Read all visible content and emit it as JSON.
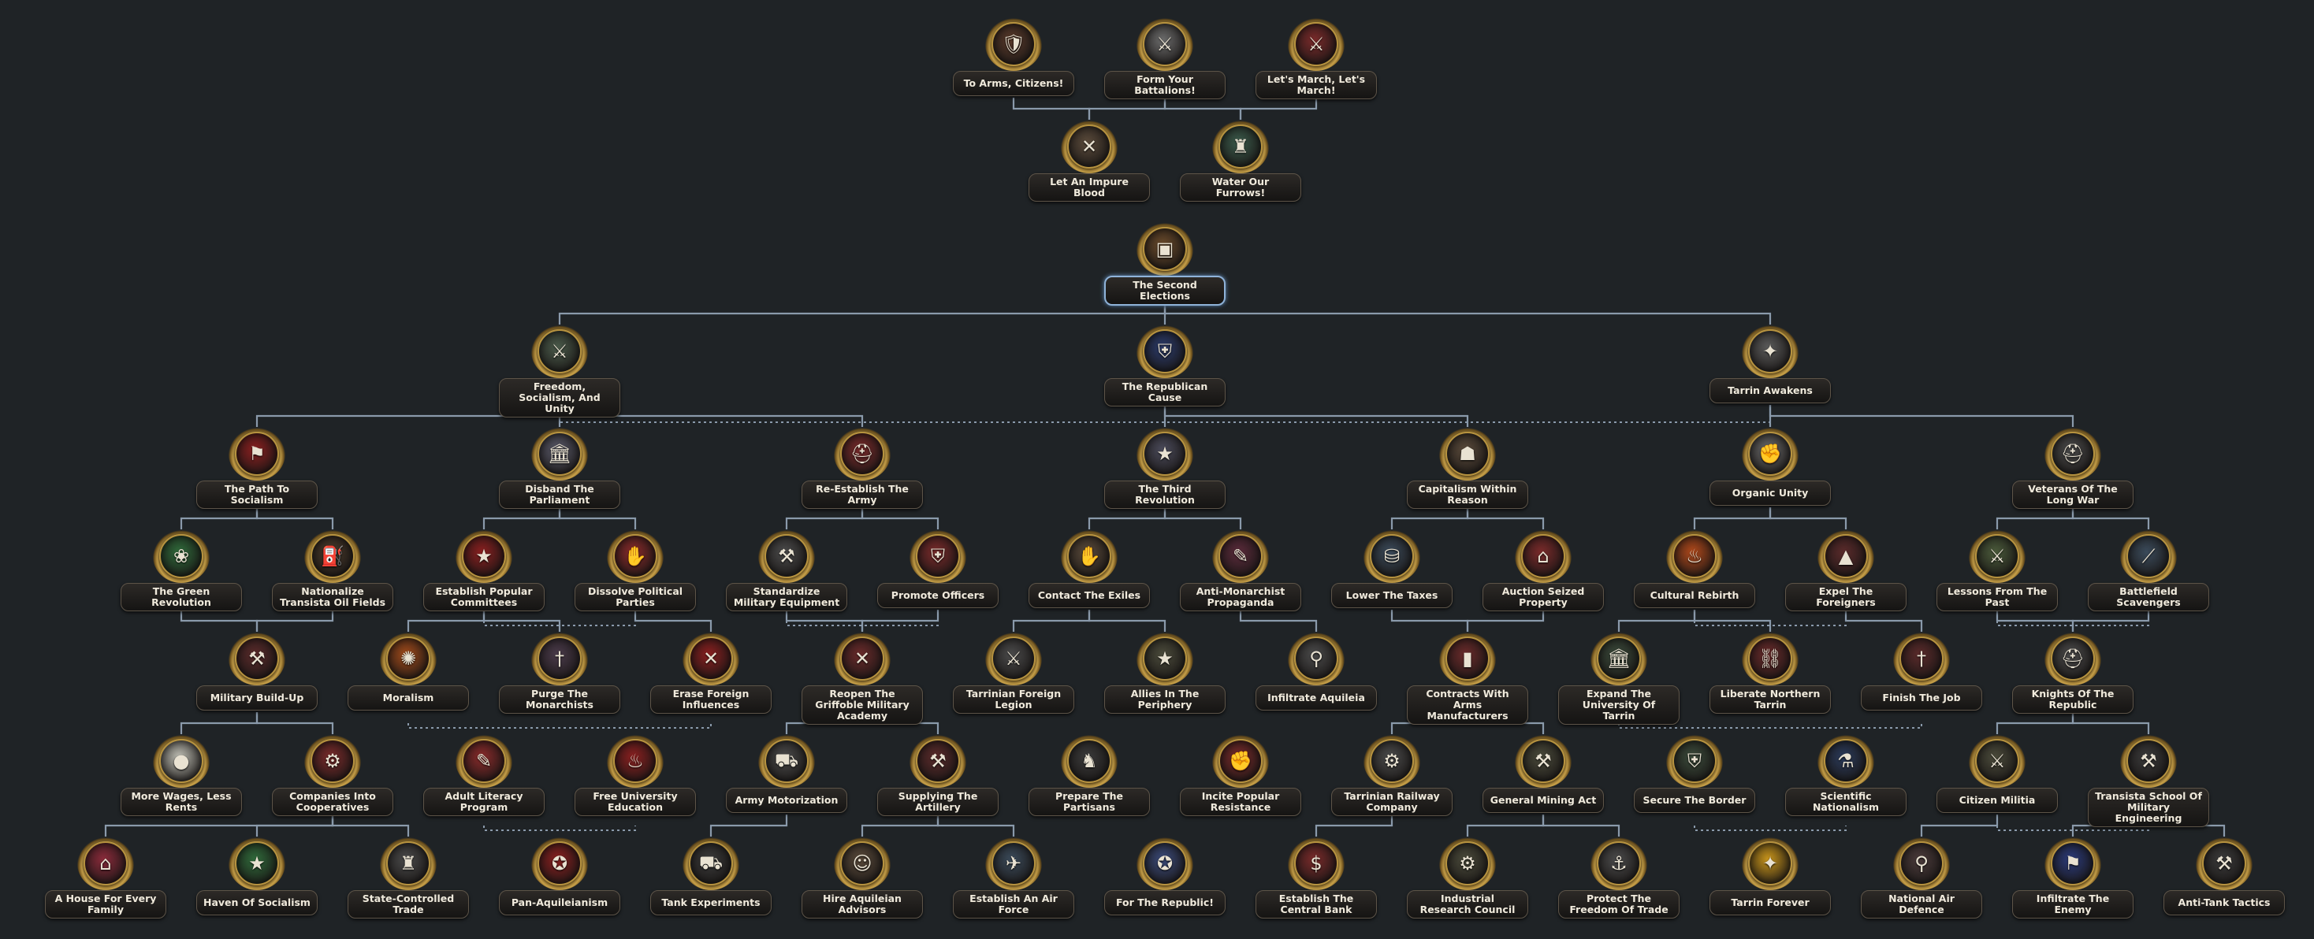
{
  "colors": {
    "background": "#1f2326",
    "connector": "#8a9aab",
    "plate_text": "#f0eadc",
    "selected_border": "#8fb3d9"
  },
  "focuses": [
    {
      "id": "to_arms",
      "label": "To Arms, Citizens!",
      "icon": "shield-icon",
      "glyph": "🛡",
      "color": "#5a3a2a"
    },
    {
      "id": "form_battalions",
      "label": "Form Your Battalions!",
      "icon": "soldier-icon",
      "glyph": "⚔",
      "color": "#6b6b6b"
    },
    {
      "id": "lets_march",
      "label": "Let's March, Let's March!",
      "icon": "marching-soldier-icon",
      "glyph": "⚔",
      "color": "#7a2a2a"
    },
    {
      "id": "impure_blood",
      "label": "Let An Impure Blood",
      "icon": "crossed-rifles-icon",
      "glyph": "✕",
      "color": "#5a4a3a"
    },
    {
      "id": "water_furrows",
      "label": "Water Our Furrows!",
      "icon": "fortress-icon",
      "glyph": "♜",
      "color": "#3a5a4a"
    },
    {
      "id": "second_elections",
      "label": "The Second Elections",
      "icon": "ballot-box-icon",
      "glyph": "▣",
      "color": "#6a4a2a"
    },
    {
      "id": "freedom",
      "label": "Freedom, Socialism, And Unity",
      "icon": "crossed-swords-wreath-icon",
      "glyph": "⚔",
      "color": "#4a5a4a"
    },
    {
      "id": "republican_cause",
      "label": "The Republican Cause",
      "icon": "republic-crest-icon",
      "glyph": "⛨",
      "color": "#2a3a6a"
    },
    {
      "id": "tarrin_awakens",
      "label": "Tarrin Awakens",
      "icon": "eagle-icon",
      "glyph": "✦",
      "color": "#5a5a5a"
    },
    {
      "id": "path_socialism",
      "label": "The Path To Socialism",
      "icon": "socialist-banner-icon",
      "glyph": "⚑",
      "color": "#8a1f1f"
    },
    {
      "id": "disband_parliament",
      "label": "Disband The Parliament",
      "icon": "parliament-icon",
      "glyph": "🏛",
      "color": "#5a5a6a"
    },
    {
      "id": "reestablish_army",
      "label": "Re-Establish The Army",
      "icon": "helmet-icon",
      "glyph": "⛑",
      "color": "#7a2a2a"
    },
    {
      "id": "third_revolution",
      "label": "The Third Revolution",
      "icon": "revolution-star-icon",
      "glyph": "★",
      "color": "#4a4a5a"
    },
    {
      "id": "capitalism",
      "label": "Capitalism Within Reason",
      "icon": "industrialist-icon",
      "glyph": "☗",
      "color": "#5a4a3a"
    },
    {
      "id": "organic_unity",
      "label": "Organic Unity",
      "icon": "fist-icon",
      "glyph": "✊",
      "color": "#6a6a6a"
    },
    {
      "id": "veterans",
      "label": "Veterans Of The Long War",
      "icon": "veteran-helmet-icon",
      "glyph": "⛑",
      "color": "#4a4a4a"
    },
    {
      "id": "green_revolution",
      "label": "The Green Revolution",
      "icon": "farmland-icon",
      "glyph": "❀",
      "color": "#2f6a3a"
    },
    {
      "id": "nationalize_oil",
      "label": "Nationalize Transista Oil Fields",
      "icon": "oil-derrick-icon",
      "glyph": "⛽",
      "color": "#4a3a2a"
    },
    {
      "id": "popular_committees",
      "label": "Establish Popular Committees",
      "icon": "red-star-icon",
      "glyph": "★",
      "color": "#8a1f1f"
    },
    {
      "id": "dissolve_parties",
      "label": "Dissolve Political Parties",
      "icon": "red-handshake-icon",
      "glyph": "✋",
      "color": "#8a2a2a"
    },
    {
      "id": "standardize_equipment",
      "label": "Standardize Military Equipment",
      "icon": "rifles-icon",
      "glyph": "⚒",
      "color": "#4a4a4a"
    },
    {
      "id": "promote_officers",
      "label": "Promote Officers",
      "icon": "officer-cap-icon",
      "glyph": "⛨",
      "color": "#7a2a2a"
    },
    {
      "id": "contact_exiles",
      "label": "Contact The Exiles",
      "icon": "handshake-icon",
      "glyph": "✋",
      "color": "#5a4a3a"
    },
    {
      "id": "anti_monarchist",
      "label": "Anti-Monarchist Propaganda",
      "icon": "propaganda-icon",
      "glyph": "✎",
      "color": "#5a2a3a"
    },
    {
      "id": "lower_taxes",
      "label": "Lower The Taxes",
      "icon": "coins-icon",
      "glyph": "⛁",
      "color": "#3a4a5a"
    },
    {
      "id": "auction_property",
      "label": "Auction Seized Property",
      "icon": "barn-icon",
      "glyph": "⌂",
      "color": "#7a2a2a"
    },
    {
      "id": "cultural_rebirth",
      "label": "Cultural Rebirth",
      "icon": "phoenix-icon",
      "glyph": "♨",
      "color": "#b0481a"
    },
    {
      "id": "expel_foreigners",
      "label": "Expel The Foreigners",
      "icon": "boot-icon",
      "glyph": "▲",
      "color": "#5a2a2a"
    },
    {
      "id": "lessons_past",
      "label": "Lessons From The Past",
      "icon": "crossed-swords-icon",
      "glyph": "⚔",
      "color": "#4a5a3a"
    },
    {
      "id": "battlefield_scavengers",
      "label": "Battlefield Scavengers",
      "icon": "bayonet-icon",
      "glyph": "⟋",
      "color": "#3a4a5a"
    },
    {
      "id": "military_buildup",
      "label": "Military Build-Up",
      "icon": "artillery-icon",
      "glyph": "⚒",
      "color": "#5a2a2a"
    },
    {
      "id": "moralism",
      "label": "Moralism",
      "icon": "winged-emblem-icon",
      "glyph": "✺",
      "color": "#a04a1a"
    },
    {
      "id": "purge_monarchists",
      "label": "Purge The Monarchists",
      "icon": "dagger-icon",
      "glyph": "†",
      "color": "#4a3a4a"
    },
    {
      "id": "erase_foreign",
      "label": "Erase Foreign Influences",
      "icon": "crossed-flags-icon",
      "glyph": "✕",
      "color": "#8a1f1f"
    },
    {
      "id": "griffobile_academy",
      "label": "Reopen The Griffoble Military Academy",
      "icon": "crossed-sabres-icon",
      "glyph": "✕",
      "color": "#6a2a2a"
    },
    {
      "id": "foreign_legion",
      "label": "Tarrinian Foreign Legion",
      "icon": "legion-icon",
      "glyph": "⚔",
      "color": "#4a4a4a"
    },
    {
      "id": "allies_periphery",
      "label": "Allies In The Periphery",
      "icon": "star-swords-icon",
      "glyph": "★",
      "color": "#4a4a3a"
    },
    {
      "id": "infiltrate_aquileia",
      "label": "Infiltrate Aquileia",
      "icon": "spy-icon",
      "glyph": "⚲",
      "color": "#4a4a4a"
    },
    {
      "id": "arms_manufacturers",
      "label": "Contracts With Arms Manufacturers",
      "icon": "ammunition-icon",
      "glyph": "▮",
      "color": "#6a2a2a"
    },
    {
      "id": "university_tarrin",
      "label": "Expand The University Of Tarrin",
      "icon": "university-icon",
      "glyph": "🏛",
      "color": "#3a4a3a"
    },
    {
      "id": "liberate_tarrin",
      "label": "Liberate Northern Tarrin",
      "icon": "broken-chain-icon",
      "glyph": "⛓",
      "color": "#6a2a2a"
    },
    {
      "id": "finish_job",
      "label": "Finish The Job",
      "icon": "sword-icon",
      "glyph": "†",
      "color": "#5a2a2a"
    },
    {
      "id": "knights_republic",
      "label": "Knights Of The Republic",
      "icon": "knight-helmet-icon",
      "glyph": "⛑",
      "color": "#4a4a4a"
    },
    {
      "id": "more_wages",
      "label": "More Wages, Less Rents",
      "icon": "globe-icon",
      "glyph": "●",
      "color": "#bdbdb3"
    },
    {
      "id": "companies_cooperatives",
      "label": "Companies Into Cooperatives",
      "icon": "gear-star-icon",
      "glyph": "⚙",
      "color": "#7a2a2a"
    },
    {
      "id": "adult_literacy",
      "label": "Adult Literacy Program",
      "icon": "quill-icon",
      "glyph": "✎",
      "color": "#8a2a2a"
    },
    {
      "id": "free_university",
      "label": "Free University Education",
      "icon": "torch-icon",
      "glyph": "♨",
      "color": "#8a1f1f"
    },
    {
      "id": "army_motorization",
      "label": "Army Motorization",
      "icon": "truck-icon",
      "glyph": "⛟",
      "color": "#4a4a4a"
    },
    {
      "id": "supplying_artillery",
      "label": "Supplying The Artillery",
      "icon": "cannon-icon",
      "glyph": "⚒",
      "color": "#5a2a2a"
    },
    {
      "id": "prepare_partisans",
      "label": "Prepare The Partisans",
      "icon": "partisan-icon",
      "glyph": "♞",
      "color": "#3a3a3a"
    },
    {
      "id": "incite_resistance",
      "label": "Incite Popular Resistance",
      "icon": "raised-fist-icon",
      "glyph": "✊",
      "color": "#7a2a2a"
    },
    {
      "id": "railway_company",
      "label": "Tarrinian Railway Company",
      "icon": "railway-gear-icon",
      "glyph": "⚙",
      "color": "#4a4a4a"
    },
    {
      "id": "general_mining",
      "label": "General Mining Act",
      "icon": "pickaxe-icon",
      "glyph": "⚒",
      "color": "#4a4a3a"
    },
    {
      "id": "secure_border",
      "label": "Secure The Border",
      "icon": "border-post-icon",
      "glyph": "⛨",
      "color": "#3a4a3a"
    },
    {
      "id": "scientific_nationalism",
      "label": "Scientific Nationalism",
      "icon": "microscope-icon",
      "glyph": "⚗",
      "color": "#2a3a5a"
    },
    {
      "id": "citizen_militia",
      "label": "Citizen Militia",
      "icon": "militia-icon",
      "glyph": "⚔",
      "color": "#4a4a3a"
    },
    {
      "id": "transista_school",
      "label": "Transista School Of Military Engineering",
      "icon": "engineering-icon",
      "glyph": "⚒",
      "color": "#3a3a3a"
    },
    {
      "id": "house_family",
      "label": "A House For Every Family",
      "icon": "house-icon",
      "glyph": "⌂",
      "color": "#8a2a3a"
    },
    {
      "id": "haven_socialism",
      "label": "Haven Of Socialism",
      "icon": "red-star-icon",
      "glyph": "★",
      "color": "#2f6a3a"
    },
    {
      "id": "state_trade",
      "label": "State-Controlled Trade",
      "icon": "factory-icon",
      "glyph": "♜",
      "color": "#4a4a4a"
    },
    {
      "id": "pan_aquileianism",
      "label": "Pan-Aquileianism",
      "icon": "red-emblem-icon",
      "glyph": "✪",
      "color": "#8a1f1f"
    },
    {
      "id": "tank_experiments",
      "label": "Tank Experiments",
      "icon": "tank-icon",
      "glyph": "⛟",
      "color": "#3a3a3a"
    },
    {
      "id": "aquileian_advisors",
      "label": "Hire Aquileian Advisors",
      "icon": "advisor-icon",
      "glyph": "☺",
      "color": "#5a4a3a"
    },
    {
      "id": "air_force",
      "label": "Establish An Air Force",
      "icon": "airplane-icon",
      "glyph": "✈",
      "color": "#3a4a5a"
    },
    {
      "id": "for_republic",
      "label": "For The Republic!",
      "icon": "winged-crest-icon",
      "glyph": "✪",
      "color": "#3a4a7a"
    },
    {
      "id": "central_bank",
      "label": "Establish The Central Bank",
      "icon": "bank-icon",
      "glyph": "$",
      "color": "#7a2a2a"
    },
    {
      "id": "industrial_council",
      "label": "Industrial Research Council",
      "icon": "industry-icon",
      "glyph": "⚙",
      "color": "#4a4a3a"
    },
    {
      "id": "freedom_trade",
      "label": "Protect The Freedom Of Trade",
      "icon": "anchor-icon",
      "glyph": "⚓",
      "color": "#4a4a4a"
    },
    {
      "id": "tarrin_forever",
      "label": "Tarrin Forever",
      "icon": "golden-eagle-icon",
      "glyph": "✦",
      "color": "#c8941a"
    },
    {
      "id": "national_air_defence",
      "label": "National Air Defence",
      "icon": "anti-air-gun-icon",
      "glyph": "⚲",
      "color": "#4a3a3a"
    },
    {
      "id": "infiltrate_enemy",
      "label": "Infiltrate The Enemy",
      "icon": "paratrooper-icon",
      "glyph": "⚑",
      "color": "#2a3a7a"
    },
    {
      "id": "anti_tank",
      "label": "Anti-Tank Tactics",
      "icon": "anti-tank-gun-icon",
      "glyph": "⚒",
      "color": "#3a3a3a"
    }
  ]
}
